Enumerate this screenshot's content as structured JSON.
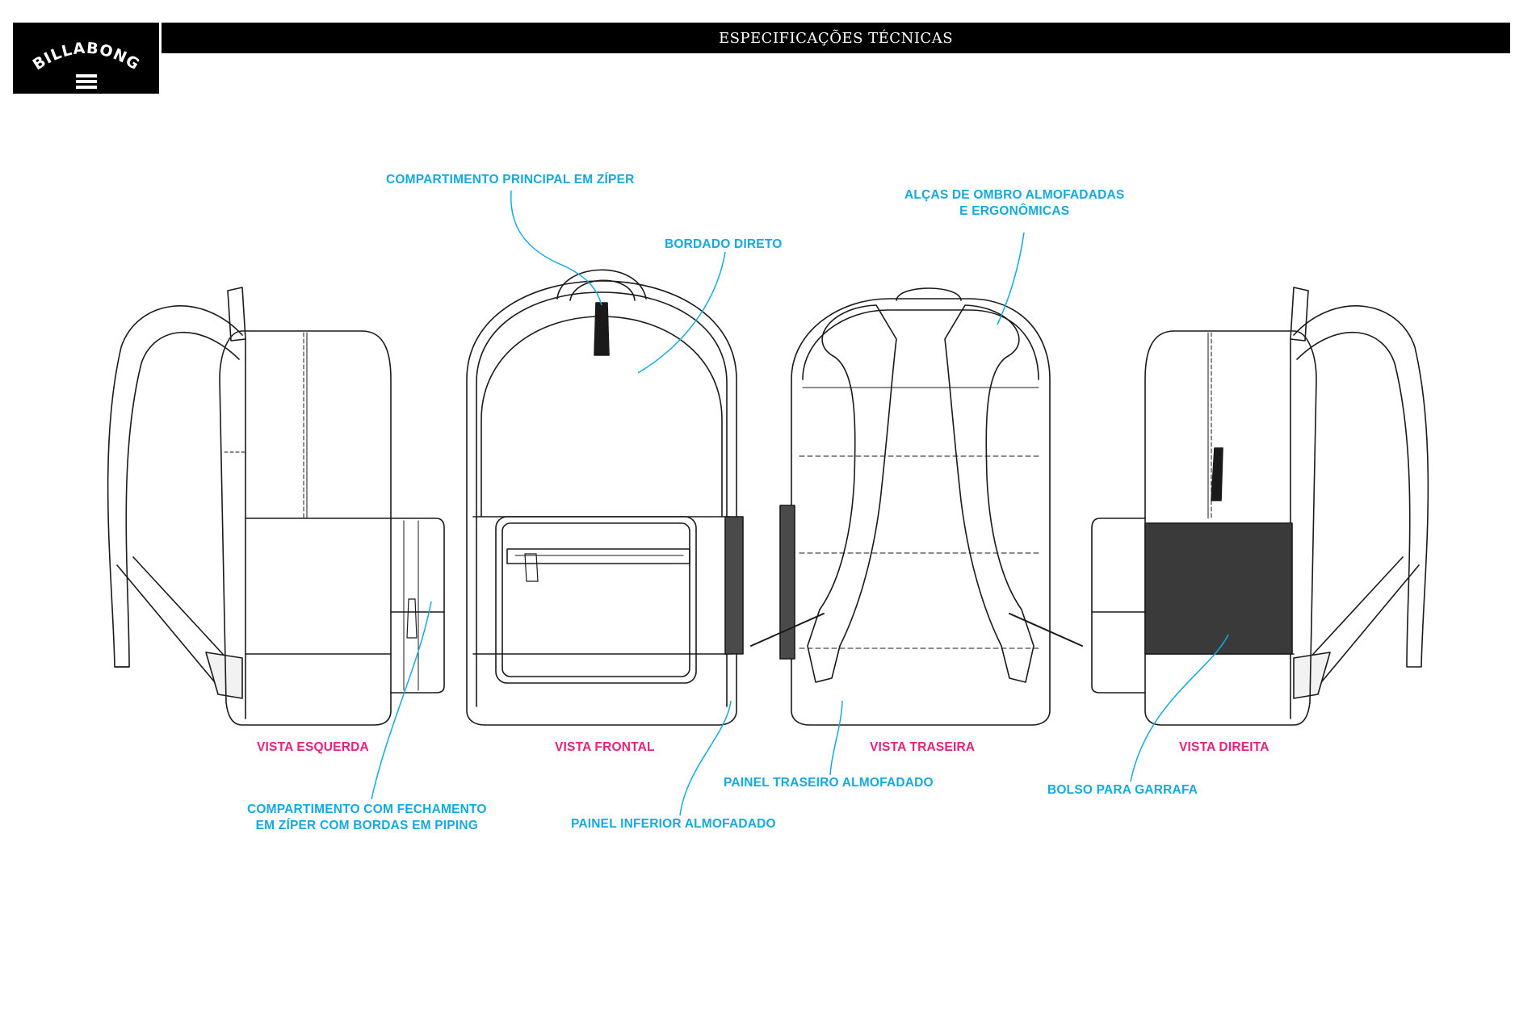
{
  "header": {
    "title": "ESPECIFICAÇÕES TÉCNICAS",
    "brand_logo": "BILLABONG"
  },
  "colors": {
    "callout": "#14a9e0",
    "view_label": "#e8217a",
    "outline": "#1a1a1a",
    "header_bg": "#000000"
  },
  "views": {
    "left": "VISTA ESQUERDA",
    "front": "VISTA FRONTAL",
    "back": "VISTA TRASEIRA",
    "right": "VISTA DIREITA"
  },
  "callouts": {
    "main_compartment": "COMPARTIMENTO PRINCIPAL EM ZÍPER",
    "embroidery": "BORDADO DIRETO",
    "shoulder_straps_1": "ALÇAS DE OMBRO ALMOFADADAS",
    "shoulder_straps_2": "E ERGONÔMICAS",
    "zip_compartment_1": "COMPARTIMENTO COM FECHAMENTO",
    "zip_compartment_2": "EM ZÍPER COM BORDAS EM PIPING",
    "bottom_panel": "PAINEL INFERIOR ALMOFADADO",
    "back_panel": "PAINEL TRASEIRO ALMOFADADO",
    "bottle_pocket": "BOLSO PARA GARRAFA"
  }
}
